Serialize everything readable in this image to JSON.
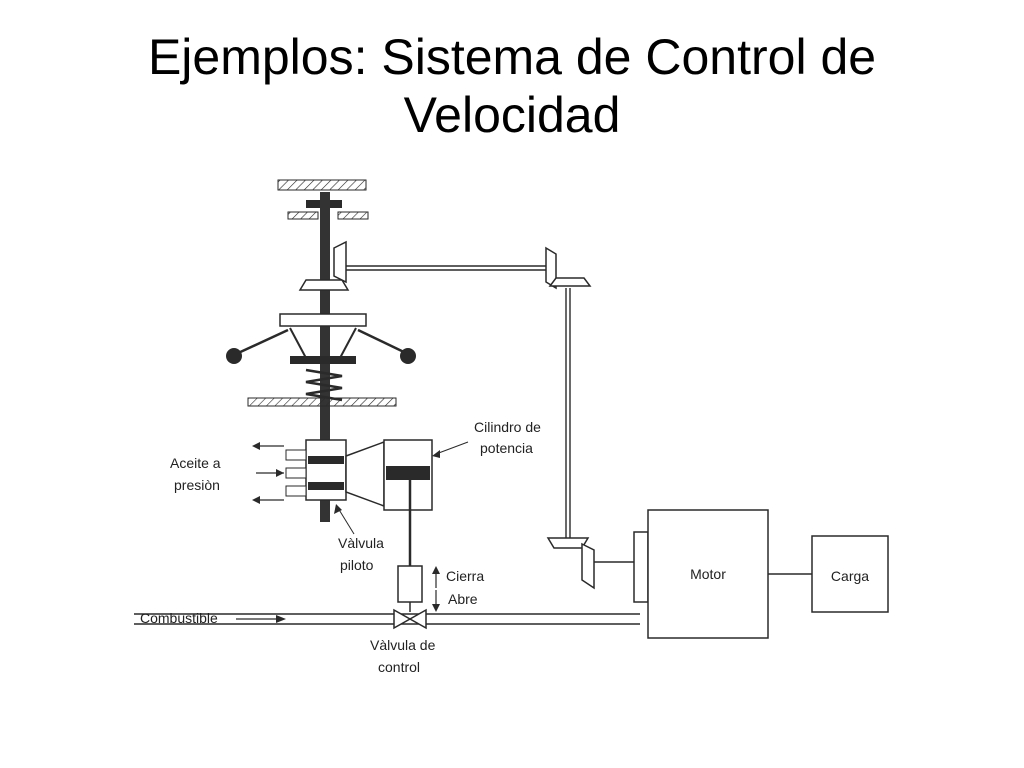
{
  "slide": {
    "title_line1": "Ejemplos: Sistema de Control de",
    "title_line2": "Velocidad"
  },
  "diagram": {
    "labels": {
      "cilindro_1": "Cilindro de",
      "cilindro_2": "potencia",
      "aceite_1": "Aceite a",
      "aceite_2": "presiòn",
      "valvula_piloto_1": "Vàlvula",
      "valvula_piloto_2": "piloto",
      "cierra": "Cierra",
      "abre": "Abre",
      "combustible": "Combustible",
      "valvula_control_1": "Vàlvula de",
      "valvula_control_2": "control",
      "motor": "Motor",
      "carga": "Carga"
    },
    "colors": {
      "ink": "#2a2a2a",
      "background": "#ffffff"
    }
  }
}
